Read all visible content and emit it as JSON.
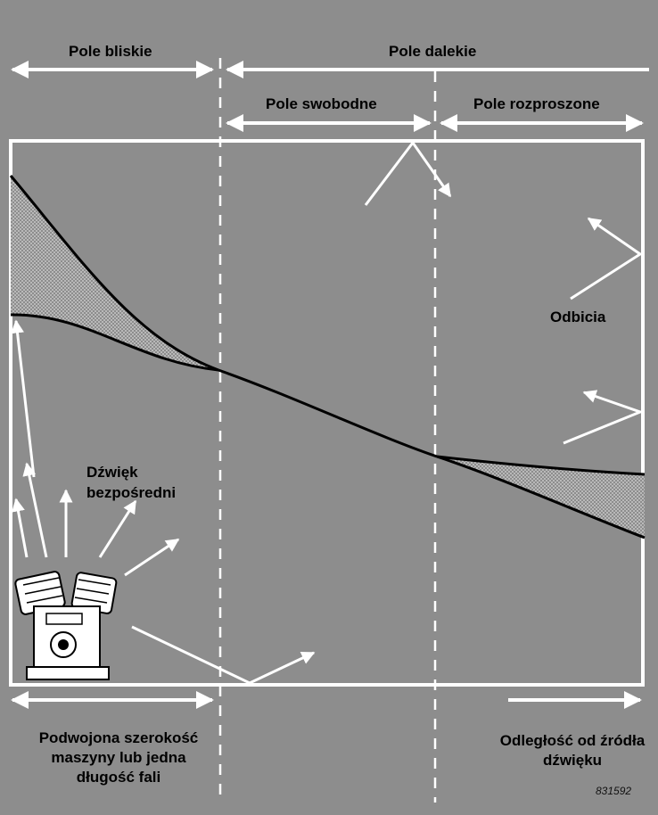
{
  "labels": {
    "near_field": "Pole bliskie",
    "far_field": "Pole dalekie",
    "free_field": "Pole swobodne",
    "diffuse_field": "Pole rozproszone",
    "reflections": "Odbicia",
    "direct_sound_line1": "Dźwięk",
    "direct_sound_line2": "bezpośredni",
    "machine_width": "Podwojona szerokość maszyny lub jedna długość fali",
    "distance_from_source": "Odległość od źródła dźwięku",
    "figure_code": "831592"
  },
  "colors": {
    "background": "#8d8d8d",
    "lines": "#ffffff",
    "curves": "#000000",
    "hatch": "#c8c8c8"
  },
  "icons": {
    "machine": "engine-machine-icon",
    "arrows": "sound-ray-arrows"
  }
}
